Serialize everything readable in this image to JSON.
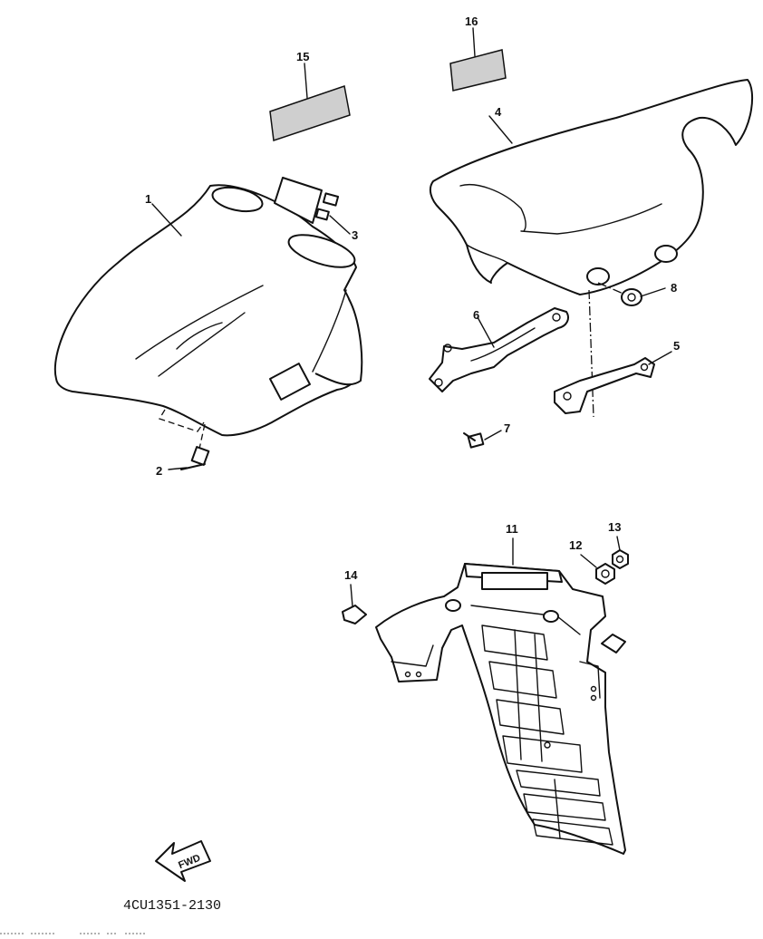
{
  "diagram": {
    "part_labels": [
      "1",
      "2",
      "3",
      "4",
      "5",
      "6",
      "7",
      "8",
      "11",
      "12",
      "13",
      "14",
      "15",
      "16"
    ],
    "fwd_label": "FWD",
    "drawing_code": "4CU1351-2130"
  }
}
